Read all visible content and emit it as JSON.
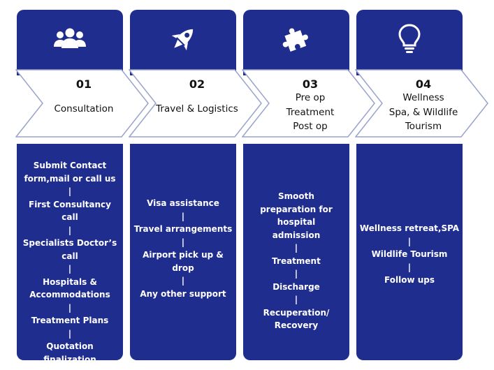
{
  "colors": {
    "column": "#1f2d8f",
    "chevron_fill": "#ffffff",
    "chevron_stroke": "#9aa3cc",
    "text_dark": "#111111",
    "text_light": "#ffffff"
  },
  "steps": [
    {
      "icon": "users-group-icon",
      "number": "01",
      "title": "Consultation",
      "items": [
        "Submit Contact form,mail or call us",
        "First Consultancy call",
        "Specialists Doctor’s call",
        "Hospitals & Accommodations",
        "Treatment Plans",
        "Quotation finalization"
      ]
    },
    {
      "icon": "rocket-icon",
      "number": "02",
      "title": "Travel & Logistics",
      "items": [
        "Visa assistance",
        "Travel arrangements",
        "Airport pick up & drop",
        "Any other support"
      ]
    },
    {
      "icon": "puzzle-piece-icon",
      "number": "03",
      "title": "Pre op\nTreatment\nPost op",
      "items": [
        "Smooth preparation for hospital admission",
        "Treatment",
        "Discharge",
        "Recuperation/ Recovery"
      ]
    },
    {
      "icon": "lightbulb-icon",
      "number": "04",
      "title": "Wellness\nSpa, & Wildlife\nTourism",
      "items": [
        "Wellness retreat,SPA",
        "Wildlife Tourism",
        "Follow ups"
      ]
    }
  ],
  "separator": "|"
}
